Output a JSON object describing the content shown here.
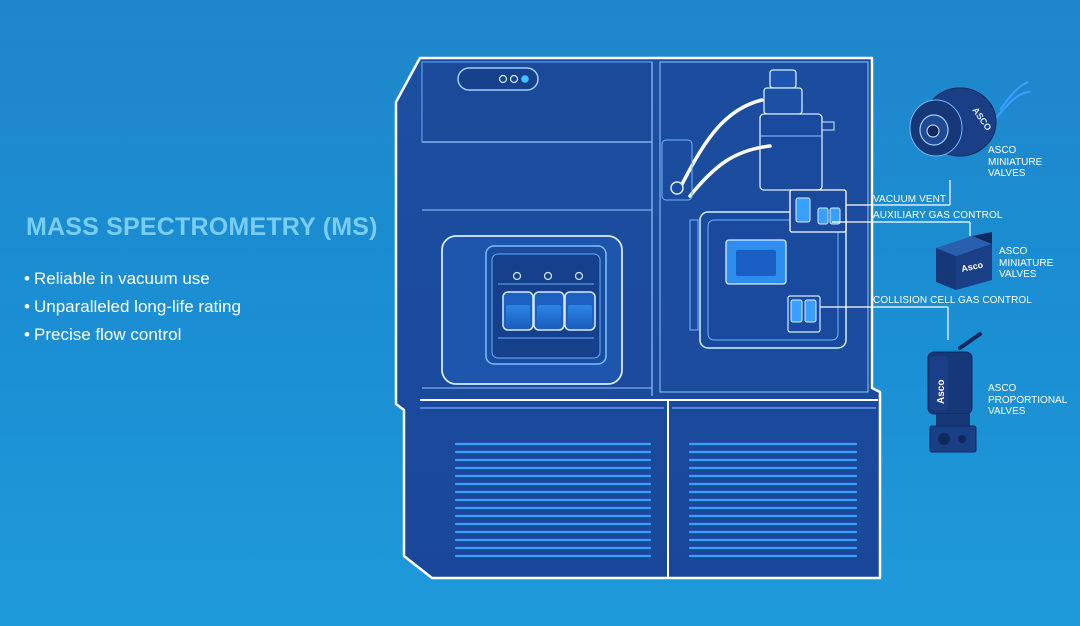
{
  "hero": {
    "title": "MASS SPECTROMETRY (MS)",
    "features": [
      "Reliable in vacuum use",
      "Unparalleled long-life rating",
      "Precise flow control"
    ]
  },
  "callouts": {
    "vacuum_vent": "VACUUM VENT",
    "auxiliary_gas": "AUXILIARY GAS CONTROL",
    "collision_cell": "COLLISION CELL GAS CONTROL"
  },
  "valves": {
    "miniature_top": [
      "ASCO",
      "MINIATURE",
      "VALVES"
    ],
    "miniature_mid": [
      "ASCO",
      "MINIATURE",
      "VALVES"
    ],
    "proportional": [
      "ASCO",
      "PROPORTIONAL",
      "VALVES"
    ]
  },
  "brand": {
    "logo_text": "Asco"
  },
  "colors": {
    "background": "#1b8fd4",
    "title": "#79cdf0",
    "machine_body": "#1c4f9e",
    "machine_outline": "#ffffff",
    "accent_glow": "#3aa0ff"
  }
}
